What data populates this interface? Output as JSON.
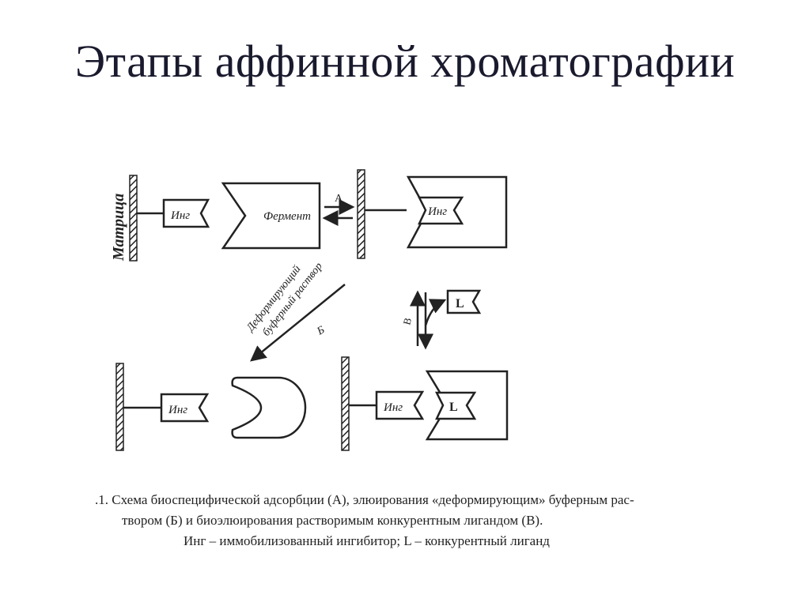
{
  "title": "Этапы аффинной хроматографии",
  "labels": {
    "matrix": "Матрица",
    "inhibitor": "Инг",
    "enzyme": "Фермент",
    "ligand": "L",
    "arrow_a": "А",
    "arrow_b": "Б",
    "arrow_v": "В",
    "buffer_line1": "Деформирующий",
    "buffer_line2": "буферный раствор"
  },
  "caption": {
    "line1": ".1. Схема биоспецифической адсорбции (А), элюирования «деформирующим» буферным рас-",
    "line2": "твором (Б) и биоэлюирования растворимым конкурентным лигандом (В).",
    "line3": "Инг – иммобилизованный ингибитор; L – конкурентный лиганд"
  }
}
